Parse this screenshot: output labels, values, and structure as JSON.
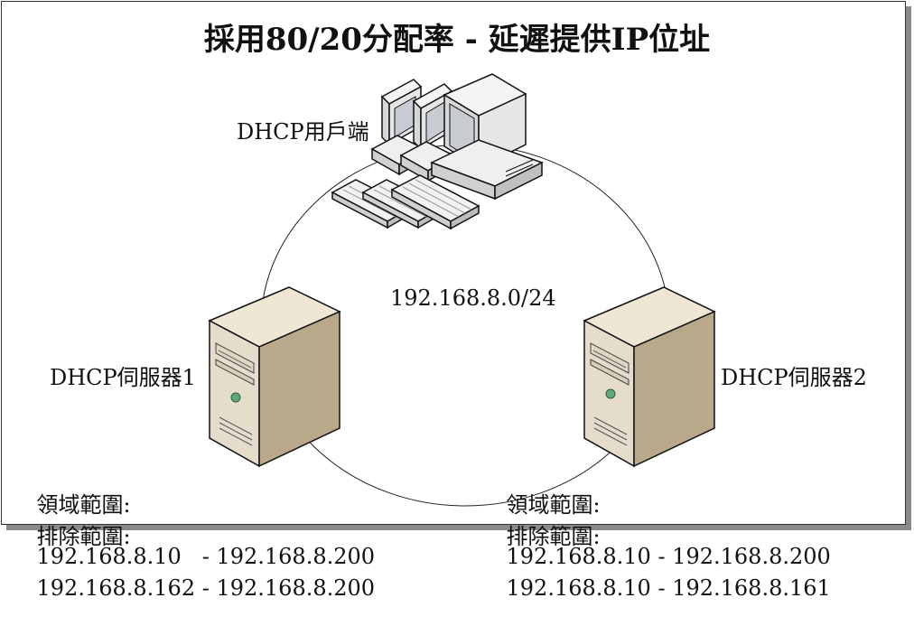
{
  "title": "採用80/20分配率 - 延遲提供IP位址",
  "network": {
    "subnet": "192.168.8.0/24"
  },
  "client": {
    "label": "DHCP用戶端"
  },
  "server1": {
    "label": "DHCP伺服器1",
    "scope_label": "領域範圍:",
    "scope_value": "192.168.8.10   - 192.168.8.200",
    "exclusion_label": "排除範圍:",
    "exclusion_value": "192.168.8.162 - 192.168.8.200"
  },
  "server2": {
    "label": "DHCP伺服器2",
    "scope_label": "領域範圍:",
    "scope_value": "192.168.8.10 - 192.168.8.200",
    "exclusion_label": "排除範圍:",
    "exclusion_value": "192.168.8.10 - 192.168.8.161"
  },
  "icons": {
    "client": "desktop-computers-icon",
    "server": "tower-server-icon"
  }
}
